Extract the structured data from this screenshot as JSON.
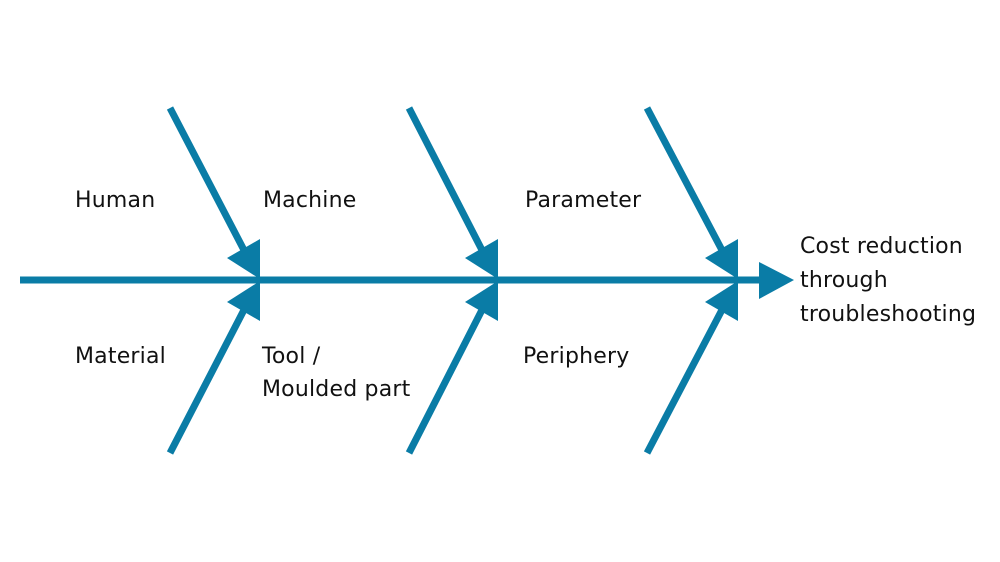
{
  "diagram": {
    "type": "fishbone",
    "line_color": "#0a7ca6",
    "text_color": "#111111",
    "effect": [
      "Cost reduction",
      "through",
      "troubleshooting"
    ],
    "causes_top": [
      "Human",
      "Machine",
      "Parameter"
    ],
    "causes_bottom": [
      "Material",
      "Tool /",
      "Moulded part",
      "Periphery"
    ]
  }
}
